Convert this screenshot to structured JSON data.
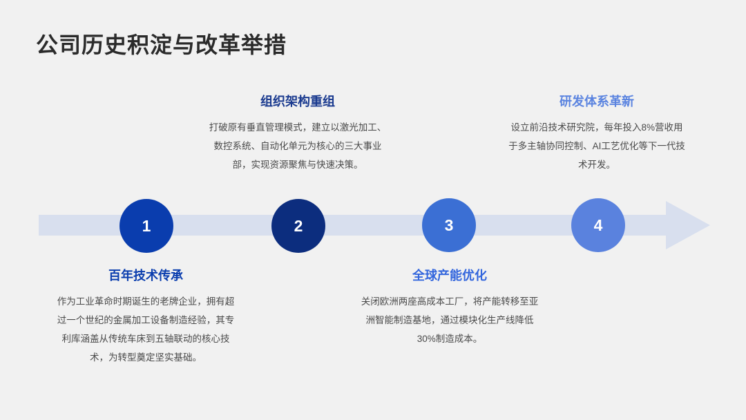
{
  "slide": {
    "title": "公司历史积淀与改革举措",
    "background_color": "#F1F1F1",
    "title_color": "#2B2B2B"
  },
  "timeline": {
    "arrow_color": "#D8DFEE",
    "direction": "left-to-right",
    "milestones": [
      {
        "number": "1",
        "color": "#0A3DAE"
      },
      {
        "number": "2",
        "color": "#0C2D7E"
      },
      {
        "number": "3",
        "color": "#3B6FD4"
      },
      {
        "number": "4",
        "color": "#5A82DE"
      }
    ]
  },
  "blocks": [
    {
      "heading": "百年技术传承",
      "heading_color": "#0A3DAE",
      "body": "作为工业革命时期诞生的老牌企业，拥有超过一个世纪的金属加工设备制造经验，其专利库涵盖从传统车床到五轴联动的核心技术，为转型奠定坚实基础。",
      "position": "below"
    },
    {
      "heading": "组织架构重组",
      "heading_color": "#1A3A8F",
      "body": "打破原有垂直管理模式，建立以激光加工、数控系统、自动化单元为核心的三大事业部，实现资源聚焦与快速决策。",
      "position": "above"
    },
    {
      "heading": "全球产能优化",
      "heading_color": "#3366DD",
      "body": "关闭欧洲两座高成本工厂，将产能转移至亚洲智能制造基地，通过模块化生产线降低30%制造成本。",
      "position": "below"
    },
    {
      "heading": "研发体系革新",
      "heading_color": "#5B84E0",
      "body": "设立前沿技术研究院，每年投入8%营收用于多主轴协同控制、AI工艺优化等下一代技术开发。",
      "position": "above"
    }
  ]
}
